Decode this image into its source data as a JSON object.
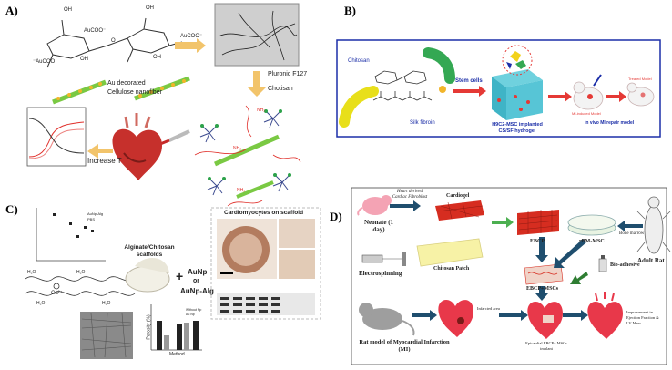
{
  "panels": {
    "a": {
      "label": "A)",
      "au_label": "Au decorated",
      "cnf_label": "Cellulose nanofiber",
      "pluronic": "Pluronic F127",
      "chitosan": "Chotisan",
      "increase_t": "Increase T",
      "chem_oh1": "OH",
      "chem_oh2": "OH",
      "chem_auc1": "AuCOO⁻",
      "chem_auc2": "AuCOO⁻",
      "chem_auc3": "⁻AuCOO",
      "chem_oh3": "OH",
      "chem_oh4": "OH",
      "chem_o": "O",
      "nh2": "NH₂",
      "colors": {
        "arrow": "#f2c46b",
        "nanofiber": "#7ac943",
        "curve1": "#e0302b",
        "curve2": "#3a3a3a"
      }
    },
    "b": {
      "label": "B)",
      "chitosan": "Chitosan",
      "silk": "Silk fibroin",
      "stem_cells": "Stem cells",
      "hydrogel": "H9C2-MSC implanted CS/SF hydrogel",
      "mi_model": "MI-induced Model",
      "treated": "Treated Model",
      "invivo": "In vivo MI repair model",
      "colors": {
        "border": "#1c2fa8",
        "chitosan_tube": "#e8df1a",
        "silk_tube": "#34a853",
        "arrow": "#e53935"
      }
    },
    "c": {
      "label": "C)",
      "scaffold": "Alginate/Chitosan scaffolds",
      "aunp": "AuNp",
      "or": "or",
      "aunp_alg": "AuNp-Alg",
      "cardio": "Cardiomyocytes on scaffold",
      "plus": "+",
      "ca": "Ca²⁺",
      "h2o": "H₂O",
      "method": "Method",
      "porosity": "Porosity (%)",
      "scatter_legend1": "AuNp-Alg",
      "scatter_legend2": "PBS",
      "bar_legend1": "Without Np",
      "bar_legend2": "Au Np"
    },
    "d": {
      "label": "D)",
      "neonate": "Neonate (1 day)",
      "heart_derived": "Heart derived Cardiac Fibroblast",
      "cardiogel": "Cardiogel",
      "ebcp": "EBCP",
      "rbm": "rBM-MSC",
      "bone_marrow": "Bone marrow",
      "adult_rat": "Adult Rat",
      "electrospinning": "Electrospinning",
      "chitosan_patch": "Chitosan Patch",
      "ebcp_mscs": "EBCP+MSCs",
      "bio_adhesive": "Bio-adhesive",
      "rat_model": "Rat model of Myocardial Infarction (MI)",
      "infarcted": "Infarcted area",
      "epicardial": "Epicardial EBCP+ MSCs implant",
      "improvement": "Improvement in Ejection Fraction & LV Mass",
      "colors": {
        "arrow": "#1f4e6e",
        "green_arrow": "#4caf50",
        "patch_red": "#d62d20"
      }
    }
  }
}
